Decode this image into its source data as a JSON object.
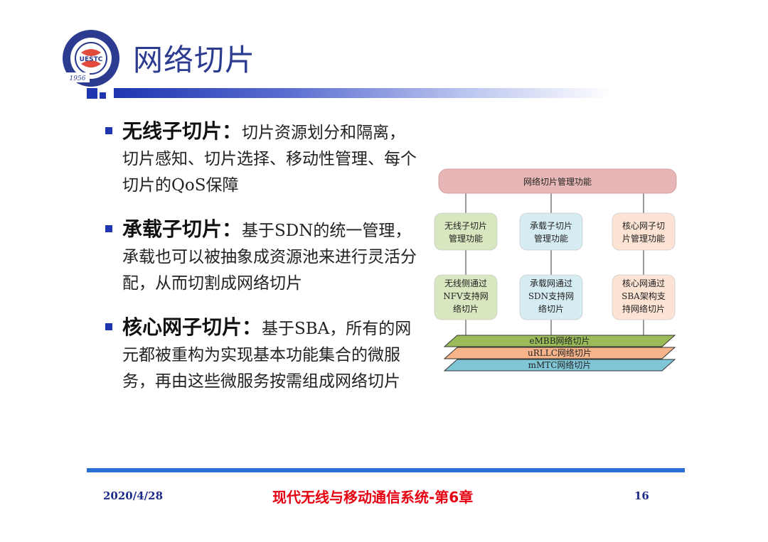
{
  "slide": {
    "title": "网络切片",
    "logo_text": "UESTC",
    "logo_year": "1956"
  },
  "bullets": [
    {
      "heading": "无线子切片：",
      "body": "切片资源划分和隔离，切片感知、切片选择、移动性管理、每个切片的QoS保障"
    },
    {
      "heading": "承载子切片：",
      "body": "基于SDN的统一管理，承载也可以被抽象成资源池来进行灵活分配，从而切割成网络切片"
    },
    {
      "heading": "核心网子切片：",
      "body": "基于SBA，所有的网元都被重构为实现基本功能集合的微服务，再由这些微服务按需组成网络切片"
    }
  ],
  "diagram": {
    "top_box": "网络切片管理功能",
    "mid_boxes": [
      {
        "lines": [
          "无线子切片",
          "管理功能"
        ],
        "fill": "#d8e7bf"
      },
      {
        "lines": [
          "承载子切片",
          "管理功能"
        ],
        "fill": "#d6ecf3"
      },
      {
        "lines": [
          "核心网子切",
          "片管理功能"
        ],
        "fill": "#fde3d4"
      }
    ],
    "low_boxes": [
      {
        "lines": [
          "无线侧通过",
          "NFV支持网",
          "络切片"
        ],
        "fill": "#d8e7bf"
      },
      {
        "lines": [
          "承载网通过",
          "SDN支持网",
          "络切片"
        ],
        "fill": "#d6ecf3"
      },
      {
        "lines": [
          "核心网通过",
          "SBA架构支",
          "持网络切片"
        ],
        "fill": "#fde3d4"
      }
    ],
    "slices": [
      {
        "label": "eMBB网络切片",
        "fill": "#9bbb59"
      },
      {
        "label": "uRLLC网络切片",
        "fill": "#f7b48a"
      },
      {
        "label": "mMTC网络切片",
        "fill": "#7fc6d6"
      }
    ],
    "top_fill": "#e7b7b7"
  },
  "footer": {
    "date": "2020/4/28",
    "center": "现代无线与移动通信系统-第6章",
    "page": "16"
  }
}
